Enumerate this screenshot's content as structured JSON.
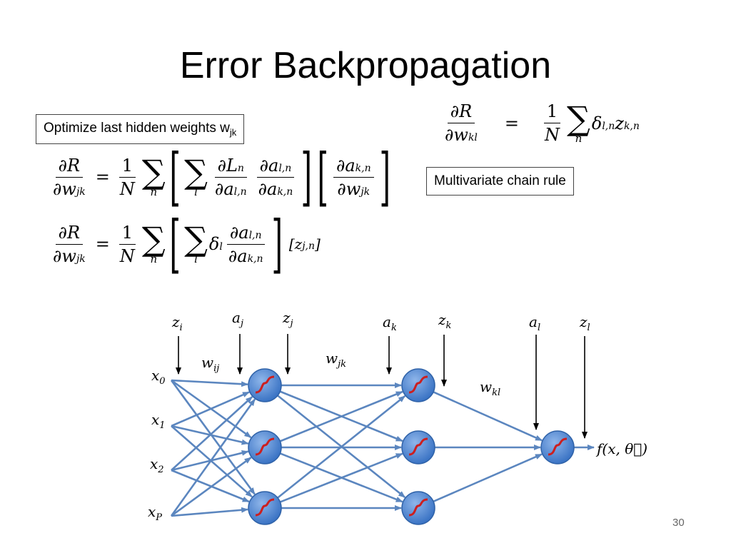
{
  "slide": {
    "title": "Error Backpropagation",
    "page_number": "30"
  },
  "boxes": {
    "optimize_label": "Optimize last hidden weights w",
    "optimize_sub": "jk",
    "chain_rule_label": "Multivariate chain rule"
  },
  "equations": {
    "top_right": "∂R/∂w_kl = 1/N Σ_n δ_{l,n} z_{k,n}",
    "line1": "∂R/∂w_jk = 1/N Σ_n [ Σ_l ∂L_n/∂a_{l,n} ∂a_{l,n}/∂a_{k,n} ] [ ∂a_{k,n}/∂w_jk ]",
    "line2": "∂R/∂w_jk = 1/N Σ_n [ Σ_l δ_l ∂a_{l,n}/∂a_{k,n} ] [z_{j,n}]"
  },
  "network": {
    "inputs": [
      "x0",
      "x1",
      "x2",
      "xP"
    ],
    "top_labels": [
      "zi",
      "aj",
      "zj",
      "ak",
      "zk",
      "al",
      "zl"
    ],
    "weight_labels": [
      "wij",
      "wjk",
      "wkl"
    ],
    "output_label": "f(x, θ)",
    "node_color": "#4a86d6",
    "edge_color": "#5b86bf",
    "curve_color": "#cc1f1f"
  }
}
